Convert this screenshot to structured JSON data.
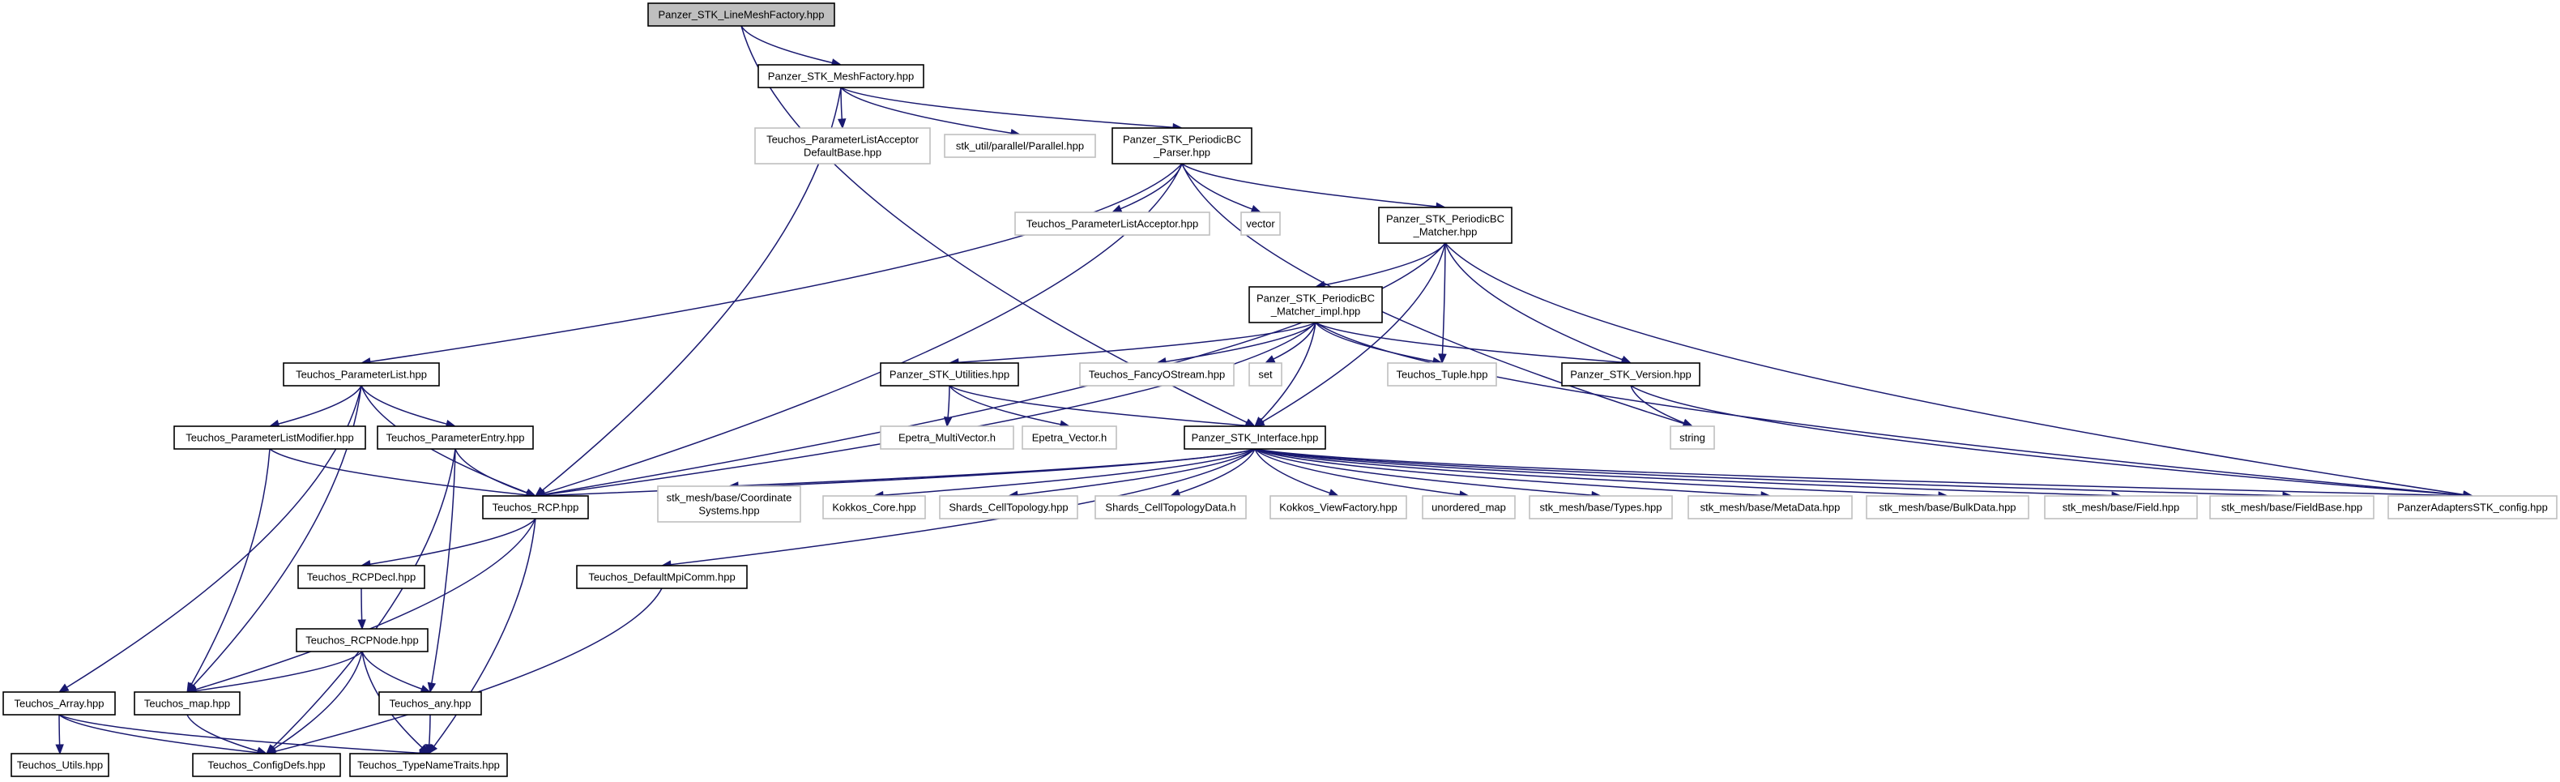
{
  "colors": {
    "edge": "#191970",
    "root_fill": "#bfbfbf",
    "node_border": "#000000",
    "external_border": "#bfbfbf",
    "node_fill": "#ffffff"
  },
  "nodes": [
    {
      "id": "root",
      "lines": [
        "Panzer_STK_LineMeshFactory.hpp"
      ],
      "kind": "root"
    },
    {
      "id": "meshfactory",
      "lines": [
        "Panzer_STK_MeshFactory.hpp"
      ],
      "kind": "internal"
    },
    {
      "id": "plade",
      "lines": [
        "Teuchos_ParameterListAcceptor",
        "DefaultBase.hpp"
      ],
      "kind": "external"
    },
    {
      "id": "stkparallel",
      "lines": [
        "stk_util/parallel/Parallel.hpp"
      ],
      "kind": "external"
    },
    {
      "id": "pbcparser",
      "lines": [
        "Panzer_STK_PeriodicBC",
        "_Parser.hpp"
      ],
      "kind": "internal"
    },
    {
      "id": "pla",
      "lines": [
        "Teuchos_ParameterListAcceptor.hpp"
      ],
      "kind": "external"
    },
    {
      "id": "vector",
      "lines": [
        "vector"
      ],
      "kind": "external"
    },
    {
      "id": "pbcmatcher",
      "lines": [
        "Panzer_STK_PeriodicBC",
        "_Matcher.hpp"
      ],
      "kind": "internal"
    },
    {
      "id": "pbcmatcherimpl",
      "lines": [
        "Panzer_STK_PeriodicBC",
        "_Matcher_impl.hpp"
      ],
      "kind": "internal"
    },
    {
      "id": "plist",
      "lines": [
        "Teuchos_ParameterList.hpp"
      ],
      "kind": "internal"
    },
    {
      "id": "utilities",
      "lines": [
        "Panzer_STK_Utilities.hpp"
      ],
      "kind": "internal"
    },
    {
      "id": "fancy",
      "lines": [
        "Teuchos_FancyOStream.hpp"
      ],
      "kind": "external"
    },
    {
      "id": "set",
      "lines": [
        "set"
      ],
      "kind": "external"
    },
    {
      "id": "tuple",
      "lines": [
        "Teuchos_Tuple.hpp"
      ],
      "kind": "external"
    },
    {
      "id": "version",
      "lines": [
        "Panzer_STK_Version.hpp"
      ],
      "kind": "internal"
    },
    {
      "id": "string",
      "lines": [
        "string"
      ],
      "kind": "external"
    },
    {
      "id": "plmod",
      "lines": [
        "Teuchos_ParameterListModifier.hpp"
      ],
      "kind": "internal"
    },
    {
      "id": "pentry",
      "lines": [
        "Teuchos_ParameterEntry.hpp"
      ],
      "kind": "internal"
    },
    {
      "id": "epmv",
      "lines": [
        "Epetra_MultiVector.h"
      ],
      "kind": "external"
    },
    {
      "id": "epv",
      "lines": [
        "Epetra_Vector.h"
      ],
      "kind": "external"
    },
    {
      "id": "interface",
      "lines": [
        "Panzer_STK_Interface.hpp"
      ],
      "kind": "internal"
    },
    {
      "id": "rcp",
      "lines": [
        "Teuchos_RCP.hpp"
      ],
      "kind": "internal"
    },
    {
      "id": "coordsys",
      "lines": [
        "stk_mesh/base/Coordinate",
        "Systems.hpp"
      ],
      "kind": "external"
    },
    {
      "id": "kokkoscore",
      "lines": [
        "Kokkos_Core.hpp"
      ],
      "kind": "external"
    },
    {
      "id": "shardsct",
      "lines": [
        "Shards_CellTopology.hpp"
      ],
      "kind": "external"
    },
    {
      "id": "shardsctd",
      "lines": [
        "Shards_CellTopologyData.h"
      ],
      "kind": "external"
    },
    {
      "id": "kokkosvf",
      "lines": [
        "Kokkos_ViewFactory.hpp"
      ],
      "kind": "external"
    },
    {
      "id": "umap",
      "lines": [
        "unordered_map"
      ],
      "kind": "external"
    },
    {
      "id": "stktypes",
      "lines": [
        "stk_mesh/base/Types.hpp"
      ],
      "kind": "external"
    },
    {
      "id": "stkmeta",
      "lines": [
        "stk_mesh/base/MetaData.hpp"
      ],
      "kind": "external"
    },
    {
      "id": "stkbulk",
      "lines": [
        "stk_mesh/base/BulkData.hpp"
      ],
      "kind": "external"
    },
    {
      "id": "stkfield",
      "lines": [
        "stk_mesh/base/Field.hpp"
      ],
      "kind": "external"
    },
    {
      "id": "stkfieldbase",
      "lines": [
        "stk_mesh/base/FieldBase.hpp"
      ],
      "kind": "external"
    },
    {
      "id": "pconfig",
      "lines": [
        "PanzerAdaptersSTK_config.hpp"
      ],
      "kind": "external"
    },
    {
      "id": "rcpdecl",
      "lines": [
        "Teuchos_RCPDecl.hpp"
      ],
      "kind": "internal"
    },
    {
      "id": "mpicomm",
      "lines": [
        "Teuchos_DefaultMpiComm.hpp"
      ],
      "kind": "internal"
    },
    {
      "id": "rcpnode",
      "lines": [
        "Teuchos_RCPNode.hpp"
      ],
      "kind": "internal"
    },
    {
      "id": "array",
      "lines": [
        "Teuchos_Array.hpp"
      ],
      "kind": "internal"
    },
    {
      "id": "map",
      "lines": [
        "Teuchos_map.hpp"
      ],
      "kind": "internal"
    },
    {
      "id": "any",
      "lines": [
        "Teuchos_any.hpp"
      ],
      "kind": "internal"
    },
    {
      "id": "utils",
      "lines": [
        "Teuchos_Utils.hpp"
      ],
      "kind": "internal"
    },
    {
      "id": "configdefs",
      "lines": [
        "Teuchos_ConfigDefs.hpp"
      ],
      "kind": "internal"
    },
    {
      "id": "typenametraits",
      "lines": [
        "Teuchos_TypeNameTraits.hpp"
      ],
      "kind": "internal"
    }
  ],
  "edges": [
    [
      "root",
      "meshfactory"
    ],
    [
      "root",
      "interface"
    ],
    [
      "meshfactory",
      "plade"
    ],
    [
      "meshfactory",
      "stkparallel"
    ],
    [
      "meshfactory",
      "pbcparser"
    ],
    [
      "meshfactory",
      "rcp"
    ],
    [
      "pbcparser",
      "pla"
    ],
    [
      "pbcparser",
      "vector"
    ],
    [
      "pbcparser",
      "pbcmatcher"
    ],
    [
      "pbcparser",
      "plist"
    ],
    [
      "pbcparser",
      "rcp"
    ],
    [
      "pbcparser",
      "string"
    ],
    [
      "pbcmatcher",
      "pbcmatcherimpl"
    ],
    [
      "pbcmatcher",
      "tuple"
    ],
    [
      "pbcmatcher",
      "version"
    ],
    [
      "pbcmatcher",
      "interface"
    ],
    [
      "pbcmatcher",
      "rcp"
    ],
    [
      "pbcmatcher",
      "pconfig"
    ],
    [
      "pbcmatcherimpl",
      "utilities"
    ],
    [
      "pbcmatcherimpl",
      "fancy"
    ],
    [
      "pbcmatcherimpl",
      "set"
    ],
    [
      "pbcmatcherimpl",
      "tuple"
    ],
    [
      "pbcmatcherimpl",
      "version"
    ],
    [
      "pbcmatcherimpl",
      "interface"
    ],
    [
      "pbcmatcherimpl",
      "rcp"
    ],
    [
      "pbcmatcherimpl",
      "pconfig"
    ],
    [
      "plist",
      "plmod"
    ],
    [
      "plist",
      "pentry"
    ],
    [
      "plist",
      "rcp"
    ],
    [
      "plist",
      "array"
    ],
    [
      "plist",
      "map"
    ],
    [
      "utilities",
      "epmv"
    ],
    [
      "utilities",
      "epv"
    ],
    [
      "utilities",
      "interface"
    ],
    [
      "version",
      "string"
    ],
    [
      "version",
      "pconfig"
    ],
    [
      "plmod",
      "rcp"
    ],
    [
      "plmod",
      "map"
    ],
    [
      "pentry",
      "rcp"
    ],
    [
      "pentry",
      "any"
    ],
    [
      "pentry",
      "configdefs"
    ],
    [
      "interface",
      "rcp"
    ],
    [
      "interface",
      "coordsys"
    ],
    [
      "interface",
      "kokkoscore"
    ],
    [
      "interface",
      "shardsct"
    ],
    [
      "interface",
      "shardsctd"
    ],
    [
      "interface",
      "kokkosvf"
    ],
    [
      "interface",
      "umap"
    ],
    [
      "interface",
      "stktypes"
    ],
    [
      "interface",
      "stkmeta"
    ],
    [
      "interface",
      "stkbulk"
    ],
    [
      "interface",
      "stkfield"
    ],
    [
      "interface",
      "stkfieldbase"
    ],
    [
      "interface",
      "pconfig"
    ],
    [
      "interface",
      "mpicomm"
    ],
    [
      "rcp",
      "rcpdecl"
    ],
    [
      "rcp",
      "map"
    ],
    [
      "rcp",
      "typenametraits"
    ],
    [
      "rcpdecl",
      "rcpnode"
    ],
    [
      "rcpnode",
      "map"
    ],
    [
      "rcpnode",
      "any"
    ],
    [
      "rcpnode",
      "configdefs"
    ],
    [
      "rcpnode",
      "typenametraits"
    ],
    [
      "mpicomm",
      "configdefs"
    ],
    [
      "array",
      "utils"
    ],
    [
      "array",
      "configdefs"
    ],
    [
      "array",
      "typenametraits"
    ],
    [
      "map",
      "configdefs"
    ],
    [
      "any",
      "typenametraits"
    ]
  ]
}
